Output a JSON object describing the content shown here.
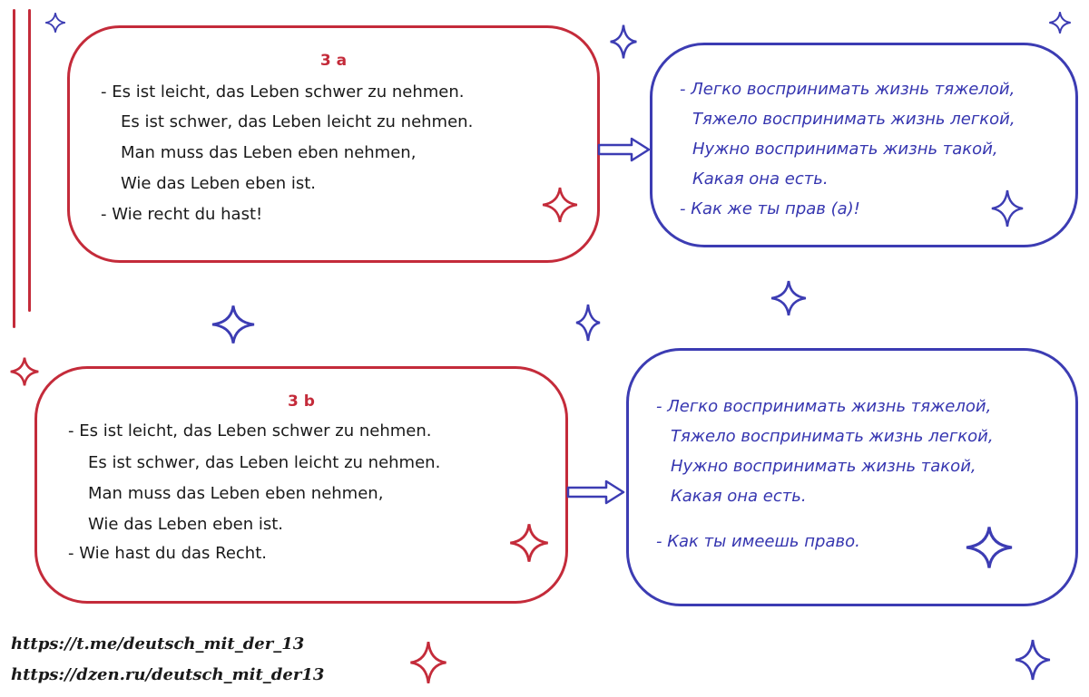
{
  "block_a": {
    "label": "3 a",
    "german": [
      "- Es ist leicht, das Leben schwer zu nehmen.",
      "Es ist schwer, das Leben leicht zu nehmen.",
      "Man muss das Leben eben nehmen,",
      "Wie das Leben eben ist.",
      "- Wie recht du hast!"
    ],
    "russian": [
      "- Легко воспринимать жизнь тяжелой,",
      "Тяжело воспринимать жизнь легкой,",
      "Нужно воспринимать жизнь такой,",
      "Какая она есть.",
      "- Как же ты прав (а)!"
    ]
  },
  "block_b": {
    "label": "3 b",
    "german": [
      "- Es ist leicht, das Leben schwer zu nehmen.",
      "Es ist schwer, das Leben leicht zu nehmen.",
      "Man muss das Leben eben nehmen,",
      "Wie das Leben eben ist.",
      "- Wie hast du das Recht."
    ],
    "russian": [
      "- Легко воспринимать жизнь тяжелой,",
      "Тяжело воспринимать жизнь легкой,",
      "Нужно воспринимать жизнь такой,",
      "Какая она есть.",
      "- Как    ты имеешь право."
    ]
  },
  "links": [
    "https://t.me/deutsch_mit_der_13",
    "https://dzen.ru/deutsch_mit_der13"
  ],
  "colors": {
    "red": "#c42b3a",
    "blue": "#3c3cb3"
  },
  "icons": {
    "star": "four-point-sparkle-icon",
    "arrow": "right-arrow-icon"
  }
}
